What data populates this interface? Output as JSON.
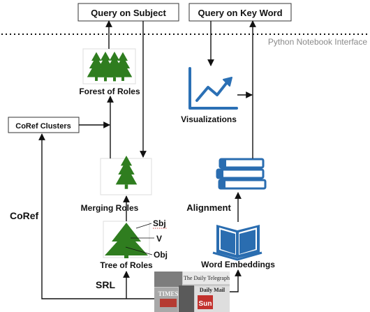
{
  "colors": {
    "tree": "#2f7d1f",
    "tree_trunk": "#2f6a1a",
    "viz_blue": "#2b70b5",
    "book_blue": "#2a6db0",
    "text": "#111111",
    "interface_text": "#8a8a8a"
  },
  "interface_label": "Python Notebook Interface",
  "nodes": {
    "query_subject": "Query on Subject",
    "query_keyword": "Query on Key Word",
    "forest": "Forest of Roles",
    "coref_clusters": "CoRef Clusters",
    "visualizations": "Visualizations",
    "merging": "Merging Roles",
    "alignment": "Alignment",
    "tree": "Tree of Roles",
    "word_embeddings": "Word Embeddings",
    "sbj": "Sbj",
    "v": "V",
    "obj": "Obj"
  },
  "edge_labels": {
    "coref": "CoRef",
    "srl": "SRL"
  },
  "newspapers": {
    "headline_1": "The Daily Telegraph",
    "headline_2": "Daily Mail",
    "headline_3": "TIMES",
    "headline_4": "Sun"
  },
  "icons": {
    "forest": "pine-forest-icon",
    "merging": "pine-tree-icon",
    "tree": "pine-tree-icon",
    "viz": "line-chart-icon",
    "alignment": "stacked-books-icon",
    "embeddings": "open-book-icon",
    "news": "newspapers-collage-icon"
  }
}
